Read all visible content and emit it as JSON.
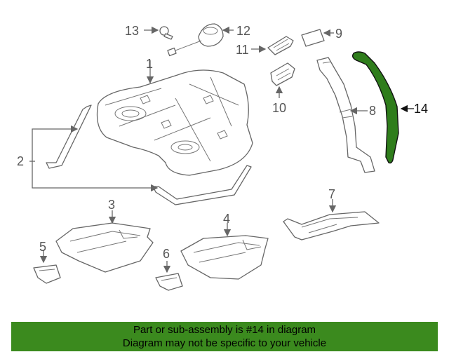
{
  "callouts": [
    "1",
    "2",
    "3",
    "4",
    "5",
    "6",
    "7",
    "8",
    "9",
    "10",
    "11",
    "12",
    "13",
    "14"
  ],
  "highlight_color": "#2f7d1c",
  "banner": {
    "line1": "Part or sub-assembly is #14 in diagram",
    "line2": "Diagram may not be specific to your vehicle",
    "color": "#3b8a1e"
  }
}
